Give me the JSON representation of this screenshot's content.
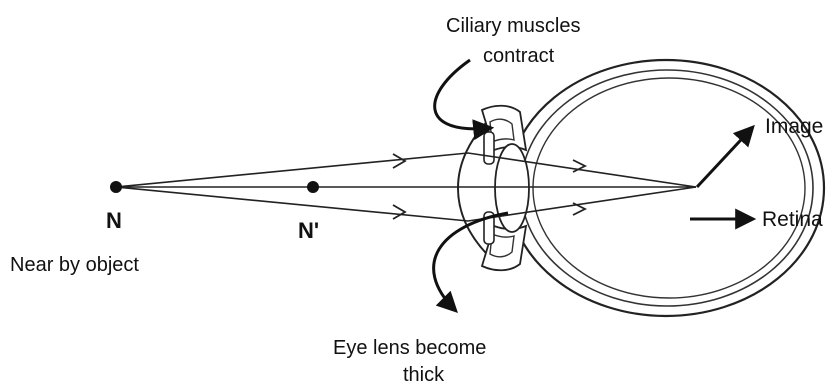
{
  "diagram": {
    "points": {
      "near_object_letter": "N",
      "near_point_letter": "N'"
    },
    "labels": {
      "near_object": "Near by object",
      "ciliary_line1": "Ciliary muscles",
      "ciliary_line2": "contract",
      "lens_line1": "Eye lens become",
      "lens_line2": "thick",
      "image": "Image",
      "retina": "Retina"
    }
  }
}
